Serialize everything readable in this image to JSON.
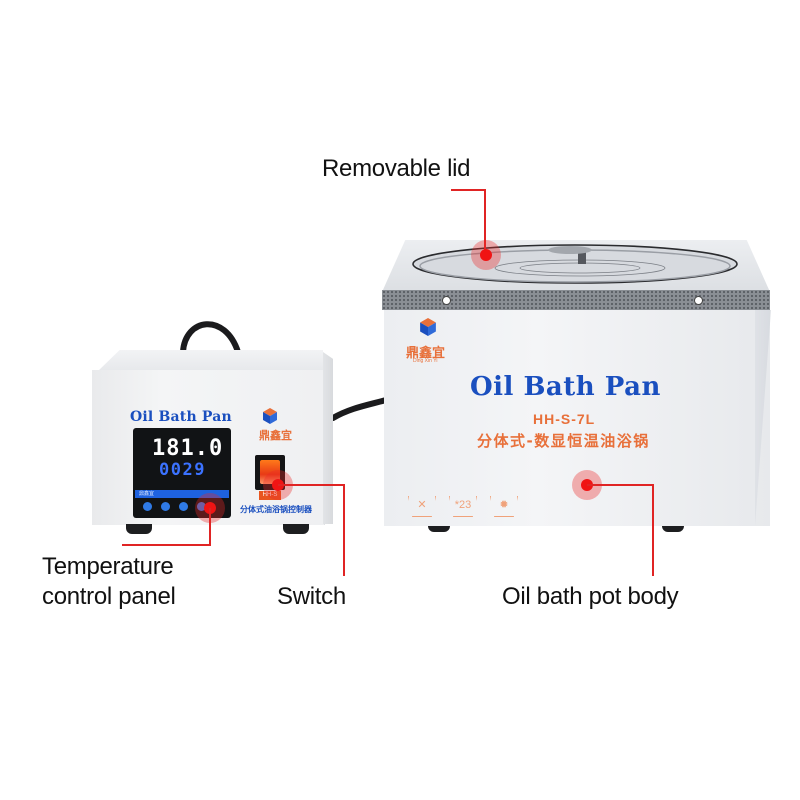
{
  "product": {
    "name": "Oil Bath Pan",
    "model": "HH-S-7L",
    "cn_description": "分体式-数显恒温油浴锅",
    "brand_cn": "鼎鑫宜",
    "brand_pinyin": "Ding Xin Yi"
  },
  "controller": {
    "title": "Oil Bath Pan",
    "display": {
      "pv": "181.0",
      "sv": "0029",
      "strip_label": "鼎鑫宜"
    },
    "switch_tag": "HH-S",
    "cn_label": "分体式油浴锅控制器",
    "buttons": [
      "set-button",
      "down-button",
      "up-button",
      "shift-button"
    ]
  },
  "callouts": [
    {
      "id": "lid",
      "label": "Removable lid"
    },
    {
      "id": "panel",
      "label_line1": "Temperature",
      "label_line2": "control panel"
    },
    {
      "id": "switch",
      "label": "Switch"
    },
    {
      "id": "body",
      "label": "Oil bath pot body"
    }
  ],
  "icons": {
    "wash": [
      "no-water-wash-icon",
      "temperature-wash-icon",
      "heat-wash-icon"
    ],
    "wash_temp_text": "*23"
  },
  "colors": {
    "callout_red": "#e02424",
    "brand_blue": "#1a4fbf",
    "brand_orange": "#e8703a"
  }
}
